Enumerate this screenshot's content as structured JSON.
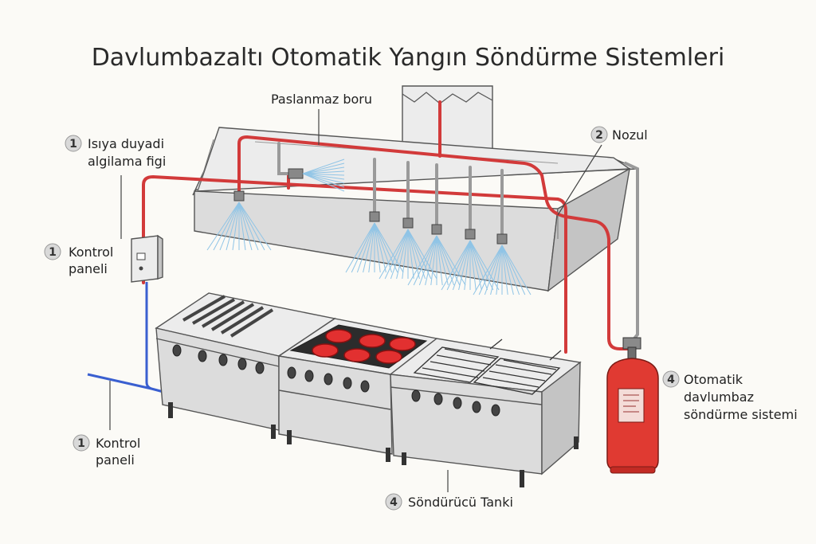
{
  "title": "Davlumbazaltı Otomatik Yangın Söndürme Sistemleri",
  "labels": {
    "paslanmaz_boru": "Paslanmaz boru",
    "isi_dedektor_num": "1",
    "isi_dedektor_line1": "Isıya duyadi",
    "isi_dedektor_line2": "algilama figi",
    "nozul_num": "2",
    "nozul": "Nozul",
    "kontrol_top_num": "1",
    "kontrol_top_line1": "Kontrol",
    "kontrol_top_line2": "paneli",
    "kontrol_bottom_num": "1",
    "kontrol_bottom_line1": "Kontrol",
    "kontrol_bottom_line2": "paneli",
    "otomatik_num": "4",
    "otomatik_line1": "Otomatik",
    "otomatik_line2": "davlumbaz",
    "otomatik_line3": "söndürme sistemi",
    "tank_num": "4",
    "tank": "Söndürücü  Tanki"
  },
  "colors": {
    "pipe_red": "#d23a3a",
    "pipe_blue": "#3a5fd0",
    "cylinder_red": "#e03a32",
    "burner_red": "#e23030",
    "spray_blue": "#8fc4e6"
  }
}
